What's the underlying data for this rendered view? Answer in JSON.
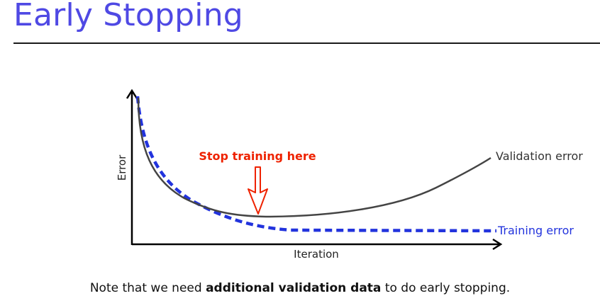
{
  "slide": {
    "title": "Early Stopping"
  },
  "diagram": {
    "y_axis_label": "Error",
    "x_axis_label": "Iteration",
    "callout": "Stop training here",
    "validation_label": "Validation error",
    "training_label": "Training error",
    "colors": {
      "validation_curve": "#444444",
      "training_curve": "#2233dd",
      "callout": "#ee2200",
      "title": "#4f49e4"
    }
  },
  "note": {
    "prefix": "Note that we need ",
    "emphasis": "additional validation data",
    "suffix": " to do early stopping."
  }
}
